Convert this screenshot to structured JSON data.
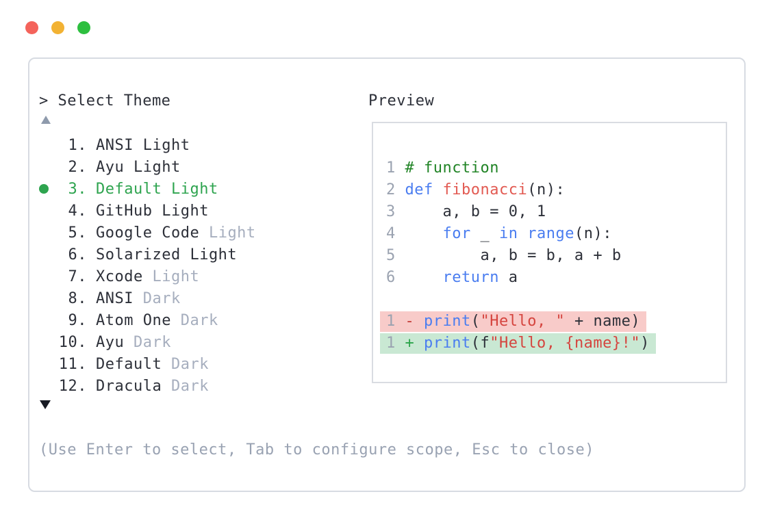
{
  "window": {
    "controls": {
      "close": "red-circle",
      "minimize": "yellow-circle",
      "maximize": "green-circle"
    }
  },
  "selector": {
    "prompt": "> Select Theme",
    "scroll_up_icon": "triangle-up",
    "scroll_down_icon": "triangle-down",
    "themes": [
      {
        "num": "1.",
        "name": "ANSI Light",
        "muted": "",
        "selected": false
      },
      {
        "num": "2.",
        "name": "Ayu Light",
        "muted": "",
        "selected": false
      },
      {
        "num": "3.",
        "name": "Default Light",
        "muted": "",
        "selected": true
      },
      {
        "num": "4.",
        "name": "GitHub Light",
        "muted": "",
        "selected": false
      },
      {
        "num": "5.",
        "name": "Google Code",
        "muted": "Light",
        "selected": false
      },
      {
        "num": "6.",
        "name": "Solarized Light",
        "muted": "",
        "selected": false
      },
      {
        "num": "7.",
        "name": "Xcode",
        "muted": "Light",
        "selected": false
      },
      {
        "num": "8.",
        "name": "ANSI",
        "muted": "Dark",
        "selected": false
      },
      {
        "num": "9.",
        "name": "Atom One",
        "muted": "Dark",
        "selected": false
      },
      {
        "num": "10.",
        "name": "Ayu",
        "muted": "Dark",
        "selected": false
      },
      {
        "num": "11.",
        "name": "Default",
        "muted": "Dark",
        "selected": false
      },
      {
        "num": "12.",
        "name": "Dracula",
        "muted": "Dark",
        "selected": false
      }
    ],
    "hint": "(Use Enter to select, Tab to configure scope, Esc to close)"
  },
  "preview": {
    "label": "Preview",
    "lines": [
      {
        "num": "1",
        "diff": "",
        "tokens": [
          [
            "# function",
            "comment"
          ]
        ]
      },
      {
        "num": "2",
        "diff": "",
        "tokens": [
          [
            "def",
            "keyword"
          ],
          [
            " ",
            "plain"
          ],
          [
            "fibonacci",
            "function"
          ],
          [
            "(n):",
            "plain"
          ]
        ]
      },
      {
        "num": "3",
        "diff": "",
        "tokens": [
          [
            "    a, b = 0, 1",
            "plain"
          ]
        ]
      },
      {
        "num": "4",
        "diff": "",
        "tokens": [
          [
            "    ",
            "plain"
          ],
          [
            "for",
            "keyword"
          ],
          [
            " _ ",
            "plain"
          ],
          [
            "in",
            "keyword"
          ],
          [
            " ",
            "plain"
          ],
          [
            "range",
            "keyword"
          ],
          [
            "(n):",
            "plain"
          ]
        ]
      },
      {
        "num": "5",
        "diff": "",
        "tokens": [
          [
            "        a, b = b, a + b",
            "plain"
          ]
        ]
      },
      {
        "num": "6",
        "diff": "",
        "tokens": [
          [
            "    ",
            "plain"
          ],
          [
            "return",
            "keyword"
          ],
          [
            " a",
            "plain"
          ]
        ]
      },
      {
        "num": "",
        "diff": "",
        "tokens": []
      },
      {
        "num": "1",
        "diff": "removed",
        "tokens": [
          [
            "- ",
            "minus"
          ],
          [
            "print",
            "keyword"
          ],
          [
            "(",
            "plain"
          ],
          [
            "\"Hello, \"",
            "string"
          ],
          [
            " + name)",
            "plain"
          ]
        ]
      },
      {
        "num": "1",
        "diff": "added",
        "tokens": [
          [
            "+ ",
            "plus"
          ],
          [
            "print",
            "keyword"
          ],
          [
            "(f",
            "plain"
          ],
          [
            "\"Hello, {name}!\"",
            "string"
          ],
          [
            ")",
            "plain"
          ]
        ]
      }
    ]
  },
  "colors": {
    "selected_green": "#2ea44f",
    "comment_green": "#218426",
    "keyword_blue": "#4a7df0",
    "function_red": "#e25a52",
    "string_red": "#d5443e",
    "muted_gray": "#a6aebe",
    "line_number_gray": "#9aa2b0",
    "hint_gray": "#99a2b2",
    "removed_bg": "#f8cbc9",
    "added_bg": "#c9e8d3",
    "panel_border": "#d7dbe2",
    "traffic_red": "#f4635b",
    "traffic_yellow": "#f2b233",
    "traffic_green": "#2dbf3f"
  }
}
